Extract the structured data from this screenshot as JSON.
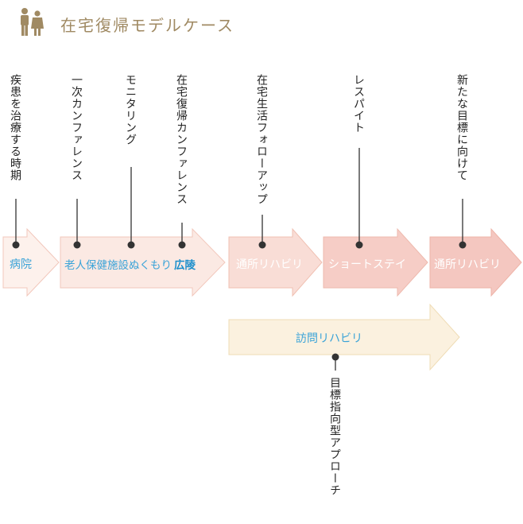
{
  "title": "在宅復帰モデルケース",
  "colors": {
    "title": "#a08a63",
    "accent": "#3aa3d8",
    "line": "#333333"
  },
  "stages": [
    {
      "id": "hospital",
      "label": "病院"
    },
    {
      "id": "facility",
      "label_main": "老人保健施設ぬくもり",
      "label_bold": "広陵"
    },
    {
      "id": "dayrehab1",
      "label": "通所リハビリ"
    },
    {
      "id": "shortstay",
      "label": "ショートステイ"
    },
    {
      "id": "dayrehab2",
      "label": "通所リハビリ"
    },
    {
      "id": "homerehab",
      "label": "訪問リハビリ"
    }
  ],
  "events": [
    {
      "id": "treatment",
      "label": "疾患を治療する時期"
    },
    {
      "id": "conference1",
      "label": "一次カンファレンス"
    },
    {
      "id": "monitoring",
      "label": "モニタリング"
    },
    {
      "id": "conference2",
      "label": "在宅復帰カンファレンス"
    },
    {
      "id": "followup",
      "label": "在宅生活フォローアップ"
    },
    {
      "id": "respite",
      "label": "レスパイト"
    },
    {
      "id": "newgoal",
      "label": "新たな目標に向けて"
    },
    {
      "id": "goalapproach",
      "label": "目標指向型アプローチ"
    }
  ]
}
